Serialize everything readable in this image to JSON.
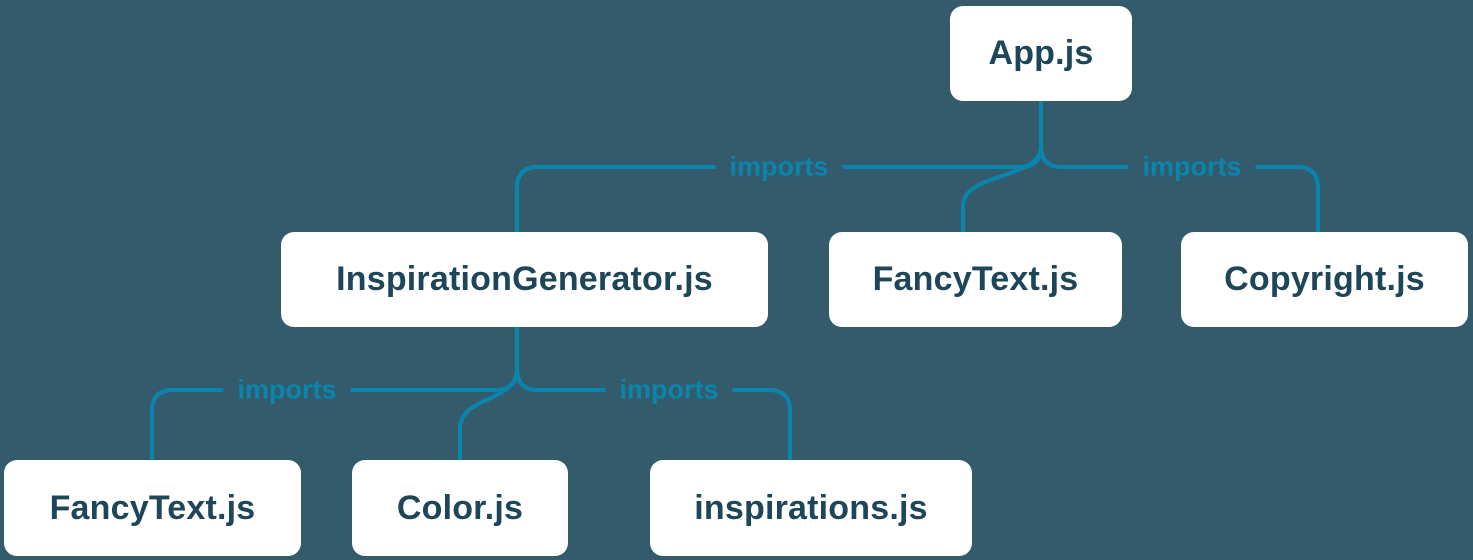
{
  "diagram": {
    "description": "Module import tree",
    "colors": {
      "background": "#345b6b",
      "node_bg": "#ffffff",
      "node_text": "#1d4658",
      "line": "#0a85ad"
    },
    "edge_label": "imports",
    "nodes": {
      "app": {
        "label": "App.js"
      },
      "inspiration_generator": {
        "label": "InspirationGenerator.js"
      },
      "fancy_text_top": {
        "label": "FancyText.js"
      },
      "copyright": {
        "label": "Copyright.js"
      },
      "fancy_text_bottom": {
        "label": "FancyText.js"
      },
      "color": {
        "label": "Color.js"
      },
      "inspirations": {
        "label": "inspirations.js"
      }
    },
    "edges": [
      {
        "from": "App.js",
        "to": "InspirationGenerator.js",
        "label": "imports"
      },
      {
        "from": "App.js",
        "to": "FancyText.js",
        "label": "imports"
      },
      {
        "from": "App.js",
        "to": "Copyright.js",
        "label": "imports"
      },
      {
        "from": "InspirationGenerator.js",
        "to": "FancyText.js",
        "label": "imports"
      },
      {
        "from": "InspirationGenerator.js",
        "to": "Color.js",
        "label": "imports"
      },
      {
        "from": "InspirationGenerator.js",
        "to": "inspirations.js",
        "label": "imports"
      }
    ]
  }
}
